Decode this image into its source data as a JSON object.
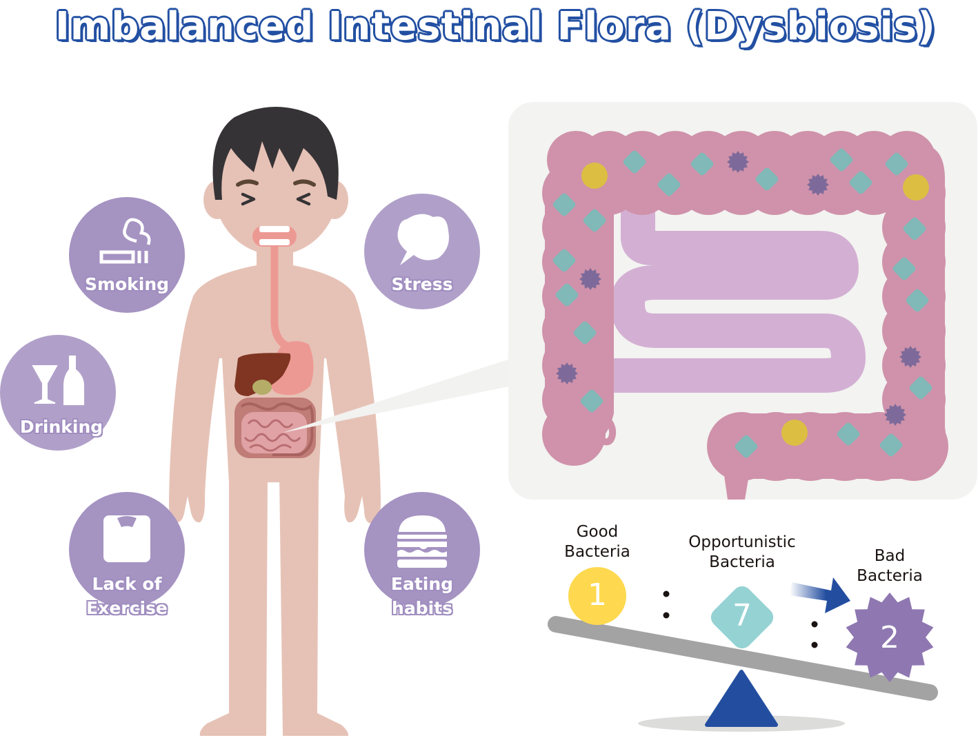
{
  "title": "Imbalanced Intestinal Flora (Dysbiosis)",
  "factors": [
    {
      "label": "Smoking",
      "icon": "cigarette-icon"
    },
    {
      "label": "Stress",
      "icon": "speech-bubble-icon"
    },
    {
      "label": "Drinking",
      "icon": "alcohol-icon"
    },
    {
      "label": "Lack of Exercise",
      "icon": "scale-icon"
    },
    {
      "label": "Eating habits",
      "icon": "hamburger-icon"
    }
  ],
  "factor_lines": {
    "lack_of_exercise": [
      "Lack of",
      "Exercise"
    ],
    "eating_habits": [
      "Eating",
      "habits"
    ]
  },
  "ratio": {
    "good": {
      "label_line1": "Good",
      "label_line2": "Bacteria",
      "value": "1"
    },
    "opportunistic": {
      "label_line1": "Opportunistic",
      "label_line2": "Bacteria",
      "value": "7"
    },
    "bad": {
      "label_line1": "Bad",
      "label_line2": "Bacteria",
      "value": "2"
    },
    "separator": ":"
  },
  "colors": {
    "title_outline": "#2350a3",
    "factor_circle": "#a593c2",
    "skin": "#e6c2b6",
    "colon": "#cf92aa",
    "small_intestine": "#d3b0d3",
    "good_bacteria": "#dcbf42",
    "opportunistic_bacteria": "#80b9b8",
    "bad_bacteria": "#7d6a9a",
    "seesaw_beam": "#a3a3a3",
    "fulcrum": "#234ea0"
  }
}
